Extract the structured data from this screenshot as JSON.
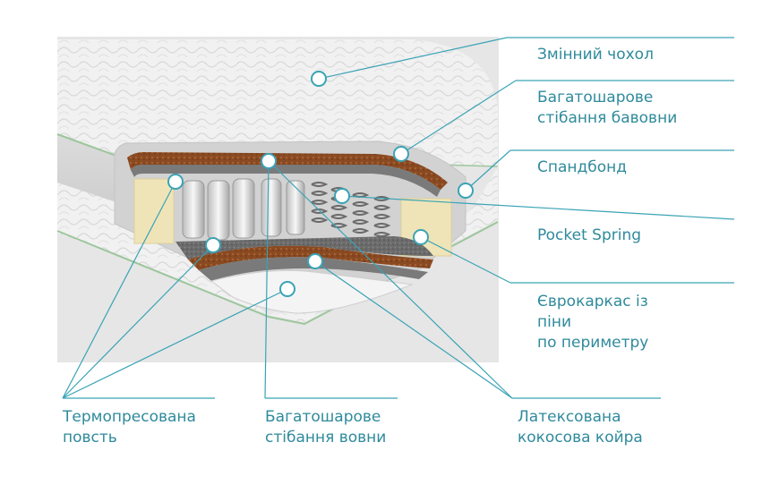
{
  "colors": {
    "accent": "#3aa3b5",
    "text": "#2f8a9c",
    "coir": "#8a4a22",
    "felt": "#6e6e6e",
    "foam": "#efe4b8",
    "backdrop": "#e6e6e6"
  },
  "labels": {
    "removable_cover": [
      "Змінний чохол"
    ],
    "cotton_quilting": [
      "Багатошарове",
      "стібання бавовни"
    ],
    "spunbond": [
      "Спандбонд"
    ],
    "pocket_spring": [
      "Pocket Spring"
    ],
    "foam_frame": [
      "Єврокаркас із",
      "піни",
      "по периметру"
    ],
    "thermo_felt": [
      "Термопресована",
      "повсть"
    ],
    "wool_quilting": [
      "Багатошарове",
      "стібання вовни"
    ],
    "latex_coir": [
      "Латексована",
      "кокосова койра"
    ]
  }
}
